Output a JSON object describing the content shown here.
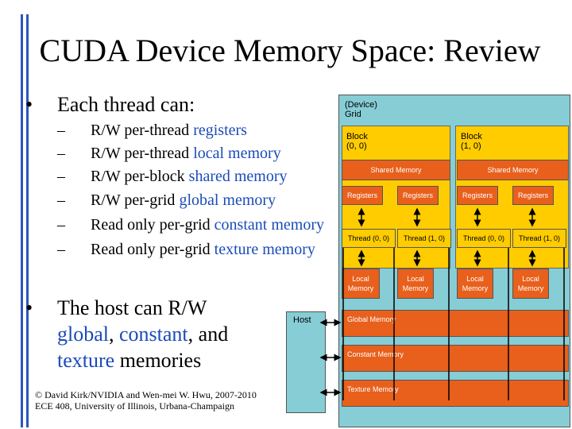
{
  "title": "CUDA Device Memory Space: Review",
  "bullets": {
    "bullet_char": "•",
    "thread_intro": "Each thread can:",
    "dash": "–",
    "items": [
      {
        "prefix": "R/W per-thread ",
        "highlight": "registers",
        "suffix": ""
      },
      {
        "prefix": "R/W per-thread ",
        "highlight": "local memory",
        "suffix": ""
      },
      {
        "prefix": "R/W per-block ",
        "highlight": "shared memory",
        "suffix": ""
      },
      {
        "prefix": "R/W per-grid ",
        "highlight": "global memory",
        "suffix": ""
      },
      {
        "prefix": "Read only per-grid ",
        "highlight": "constant memory",
        "suffix": ""
      },
      {
        "prefix": "Read only per-grid ",
        "highlight": "texture memory",
        "suffix": ""
      }
    ],
    "host_line1": "The host can R/W",
    "host_global": "global",
    "host_comma1": ", ",
    "host_constant": "constant",
    "host_and": ", and",
    "host_texture": "texture",
    "host_end": " memories"
  },
  "copyright": {
    "line1": "© David Kirk/NVIDIA and Wen-mei W. Hwu, 2007-2010",
    "line2": "ECE 408, University of Illinois, Urbana-Champaign"
  },
  "diagram": {
    "grid_label": "(Device) Grid",
    "blocks": [
      {
        "label": "Block (0, 0)",
        "shared": "Shared Memory",
        "registers": [
          "Registers",
          "Registers"
        ],
        "threads": [
          "Thread (0, 0)",
          "Thread (1, 0)"
        ],
        "local": [
          "Local Memory",
          "Local Memory"
        ]
      },
      {
        "label": "Block (1, 0)",
        "shared": "Shared Memory",
        "registers": [
          "Registers",
          "Registers"
        ],
        "threads": [
          "Thread (0, 0)",
          "Thread (1, 0)"
        ],
        "local": [
          "Local Memory",
          "Local Memory"
        ]
      }
    ],
    "host": "Host",
    "global_memory": "Global Memory",
    "constant_memory": "Constant Memory",
    "texture_memory": "Texture Memory"
  },
  "colors": {
    "accent_bar": "#1a4bb8",
    "highlight_text": "#1a4bb8",
    "grid": "#87cdd5",
    "block": "#ffcc00",
    "memory": "#e8601c"
  }
}
